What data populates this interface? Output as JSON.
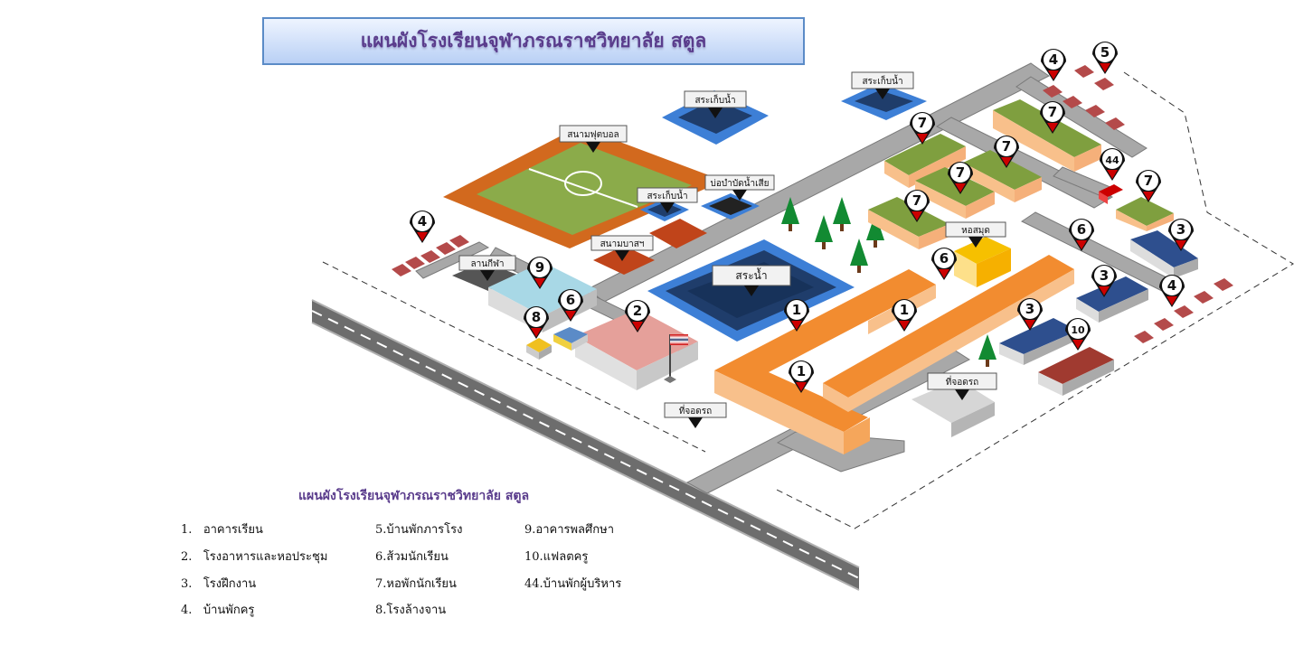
{
  "title": "แผนผังโรงเรียนจุฬาภรณราชวิทยาลัย สตูล",
  "legend": {
    "title": "แผนผังโรงเรียนจุฬาภรณราชวิทยาลัย สตูล",
    "items": [
      {
        "num": "1.",
        "label": "อาคารเรียน"
      },
      {
        "num": "2.",
        "label": "โรงอาหารและหอประชุม"
      },
      {
        "num": "3.",
        "label": "โรงฝึกงาน"
      },
      {
        "num": "4.",
        "label": "บ้านพักครู"
      },
      {
        "num": "",
        "label": "5.บ้านพักภารโรง"
      },
      {
        "num": "",
        "label": "6.ส้วมนักเรียน"
      },
      {
        "num": "",
        "label": "7.หอพักนักเรียน"
      },
      {
        "num": "",
        "label": "8.โรงล้างจาน"
      },
      {
        "num": "",
        "label": "9.อาคารพลศึกษา"
      },
      {
        "num": "",
        "label": "10.แฟลตครู"
      },
      {
        "num": "",
        "label": "44.บ้านพักผู้บริหาร"
      }
    ]
  },
  "map_labels": {
    "football": "สนามฟุตบอล",
    "reservoir_1": "สระเก็บน้ำ",
    "reservoir_2": "สระเก็บน้ำ",
    "reservoir_3": "สระเก็บน้ำ",
    "wastewater": "บ่อบำบัดน้ำเสีย",
    "basketball": "สนามบาสฯ",
    "sport_yard": "ลานกีฬา",
    "pond": "สระน้ำ",
    "clock_tower": "หอสมุด",
    "parking_1": "ที่จอดรถ",
    "parking_2": "ที่จอดรถ"
  },
  "pins": {
    "p4a": "4",
    "p5": "5",
    "p7a": "7",
    "p7b": "7",
    "p7c": "7",
    "p7d": "7",
    "p7e": "7",
    "p7f": "7",
    "p44": "44",
    "p4b": "4",
    "p9": "9",
    "p6a": "6",
    "p8": "8",
    "p2": "2",
    "p1a": "1",
    "p1b": "1",
    "p1c": "1",
    "p6b": "6",
    "p6c": "6",
    "p3a": "3",
    "p3b": "3",
    "p3c": "3",
    "p4c": "4",
    "p10": "10"
  },
  "colors": {
    "road": "#9e9e9e",
    "field": "#8bab4a",
    "track": "#d2691e",
    "water_outer": "#3d7fd6",
    "water_inner": "#1f3d6b",
    "building_orange": "#f28c30",
    "building_light": "#f8c08b",
    "dorm_roof": "#7f9f3f",
    "workshop": "#2e4f8e",
    "pin": "#111111",
    "pin_tip": "#cc0000",
    "title_text": "#5a3c8c"
  }
}
